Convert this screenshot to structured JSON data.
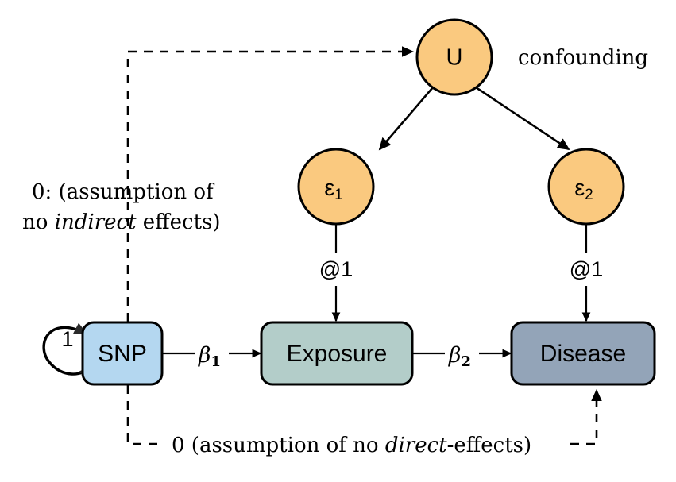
{
  "diagram": {
    "title": "Mendelian Randomization path diagram",
    "colors": {
      "snp_fill": "#b4d7f0",
      "exposure_fill": "#b3cdc9",
      "disease_fill": "#93a4b8",
      "latent_fill": "#fac97f",
      "stroke": "#000000",
      "background": "#ffffff"
    },
    "nodes": {
      "snp": {
        "label": "SNP",
        "shape": "rounded-rect"
      },
      "exposure": {
        "label": "Exposure",
        "shape": "rounded-rect"
      },
      "disease": {
        "label": "Disease",
        "shape": "rounded-rect"
      },
      "u": {
        "label": "U",
        "shape": "circle"
      },
      "eps1": {
        "label": "ε",
        "subscript": "1",
        "shape": "circle"
      },
      "eps2": {
        "label": "ε",
        "subscript": "2",
        "shape": "circle"
      }
    },
    "edge_labels": {
      "snp_variance": "1",
      "beta1": "β",
      "beta1_sub": "1",
      "beta2": "β",
      "beta2_sub": "2",
      "eps1_loading": "@1",
      "eps2_loading": "@1"
    },
    "annotations": {
      "confounding": "confounding",
      "indirect_line1": "0: (assumption of",
      "indirect_line2_pre": "no ",
      "indirect_line2_italic": "indirect",
      "indirect_line2_post": " effects)",
      "direct_pre": "0 (assumption of no ",
      "direct_italic": "direct",
      "direct_post": "-effects)"
    }
  }
}
